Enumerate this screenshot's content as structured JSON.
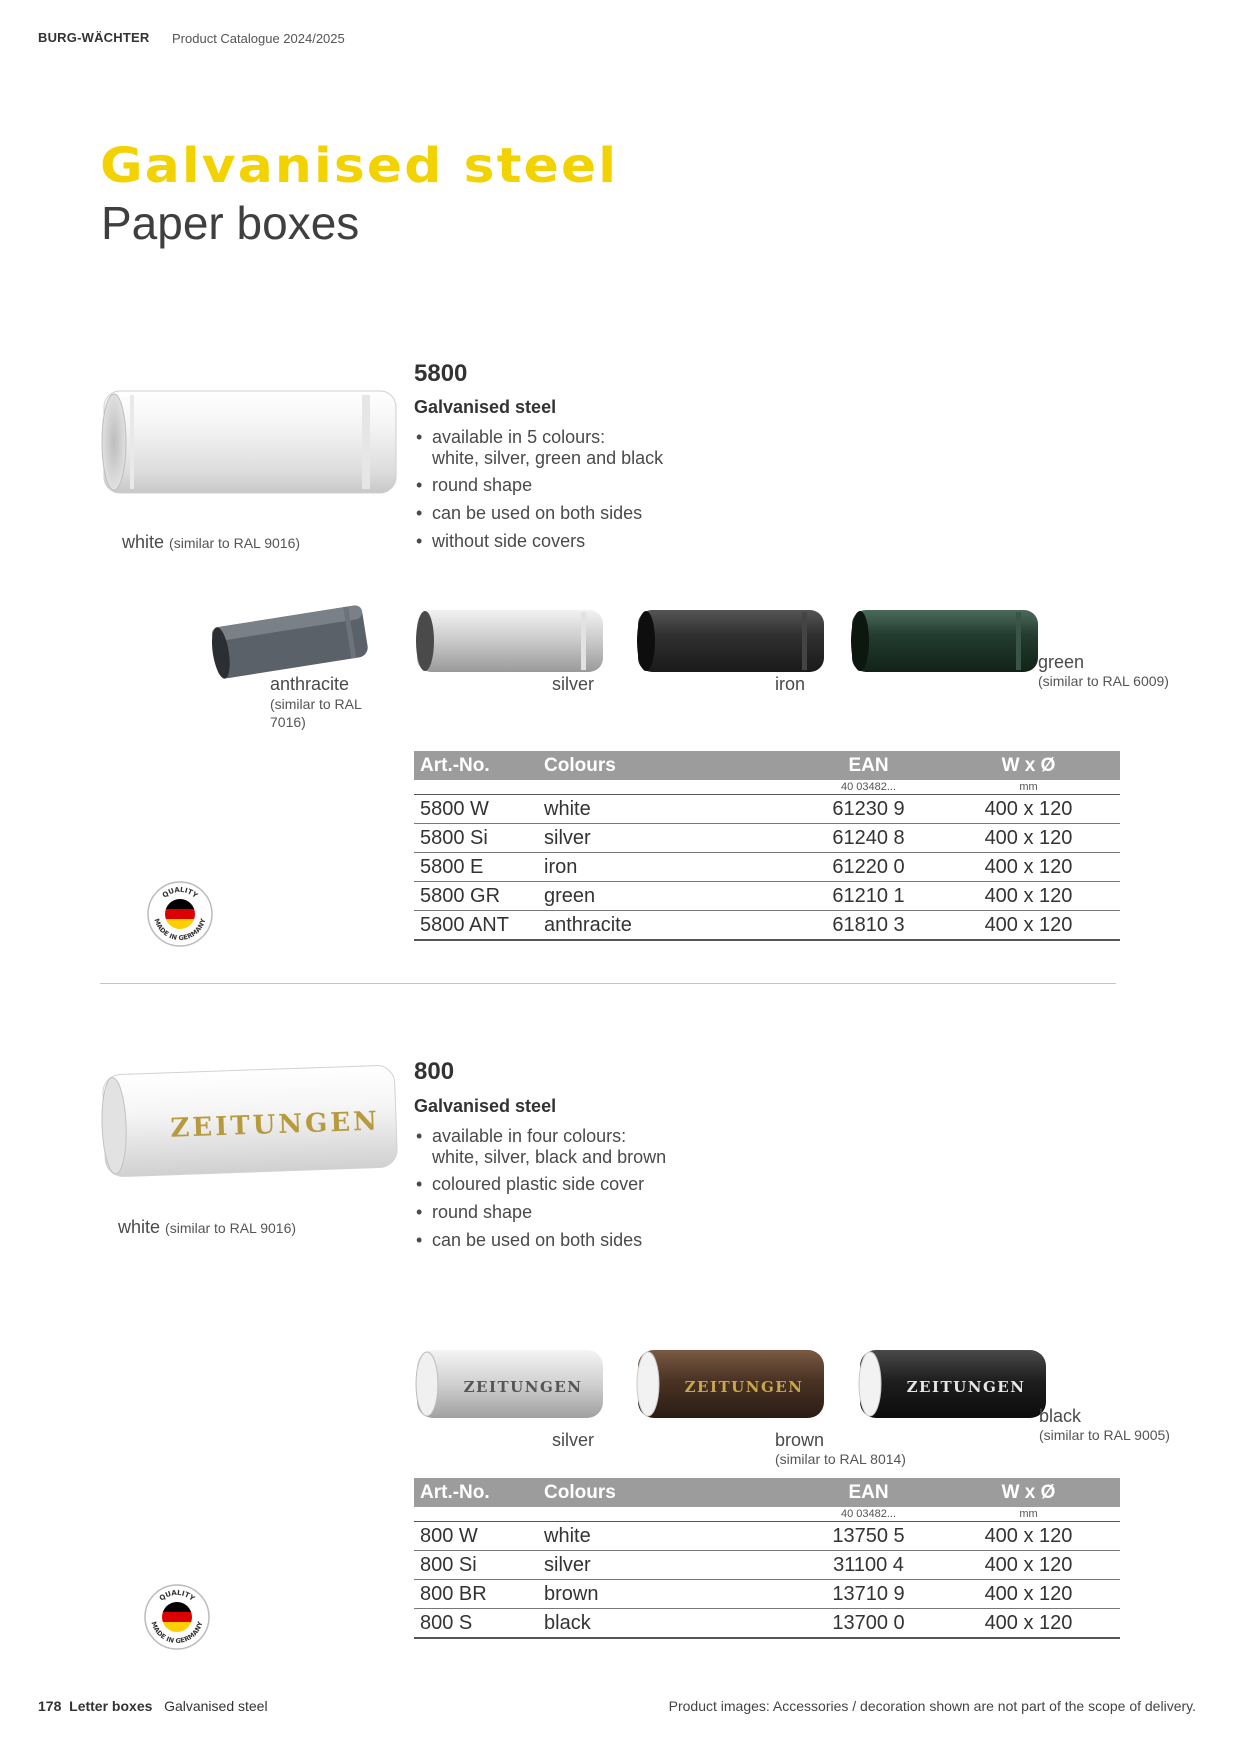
{
  "header": {
    "brand": "BURG-WÄCHTER",
    "catalogue": "Product Catalogue 2024/2025"
  },
  "title": {
    "main": "Galvanised steel",
    "sub": "Paper boxes"
  },
  "products": [
    {
      "number": "5800",
      "material": "Galvanised steel",
      "features": [
        [
          "available in 5 colours:",
          "white, silver, green and black"
        ],
        [
          "round shape"
        ],
        [
          "can be used on both sides"
        ],
        [
          "without side covers"
        ]
      ],
      "main_caption": {
        "name": "white",
        "note": "(similar to RAL 9016)"
      },
      "variants": [
        {
          "name": "anthracite",
          "note": "(similar to RAL 7016)",
          "color": "#5b6168"
        },
        {
          "name": "silver",
          "note": "",
          "color": "#c8c8c8"
        },
        {
          "name": "iron",
          "note": "",
          "color": "#2f2f2f"
        },
        {
          "name": "green",
          "note": "(similar to RAL 6009)",
          "color": "#233d30"
        }
      ],
      "table": {
        "headers": [
          "Art.-No.",
          "Colours",
          "EAN",
          "W x Ø"
        ],
        "subheaders": [
          "",
          "",
          "40 03482...",
          "mm"
        ],
        "rows": [
          [
            "5800 W",
            "white",
            "61230 9",
            "400 x 120"
          ],
          [
            "5800 Si",
            "silver",
            "61240 8",
            "400 x 120"
          ],
          [
            "5800 E",
            "iron",
            "61220 0",
            "400 x 120"
          ],
          [
            "5800 GR",
            "green",
            "61210 1",
            "400 x 120"
          ],
          [
            "5800 ANT",
            "anthracite",
            "61810 3",
            "400 x 120"
          ]
        ]
      },
      "badge": {
        "top_text": "QUALITY",
        "bottom_text": "MADE IN GERMANY"
      }
    },
    {
      "number": "800",
      "material": "Galvanised steel",
      "features": [
        [
          "available in four colours:",
          "white, silver, black and brown"
        ],
        [
          "coloured plastic side cover"
        ],
        [
          "round shape"
        ],
        [
          "can be used on both sides"
        ]
      ],
      "main_caption": {
        "name": "white",
        "note": "(similar to RAL 9016)"
      },
      "tube_label": "ZEITUNGEN",
      "variants": [
        {
          "name": "silver",
          "note": "",
          "color": "#cfcfcf"
        },
        {
          "name": "brown",
          "note": "(similar to RAL 8014)",
          "color": "#4a3324"
        },
        {
          "name": "black",
          "note": "(similar to RAL 9005)",
          "color": "#1e1e1e"
        }
      ],
      "table": {
        "headers": [
          "Art.-No.",
          "Colours",
          "EAN",
          "W x Ø"
        ],
        "subheaders": [
          "",
          "",
          "40 03482...",
          "mm"
        ],
        "rows": [
          [
            "800 W",
            "white",
            "13750 5",
            "400 x 120"
          ],
          [
            "800 Si",
            "silver",
            "31100 4",
            "400 x 120"
          ],
          [
            "800 BR",
            "brown",
            "13710 9",
            "400 x 120"
          ],
          [
            "800 S",
            "black",
            "13700 0",
            "400 x 120"
          ]
        ]
      },
      "badge": {
        "top_text": "QUALITY",
        "bottom_text": "MADE IN GERMANY"
      }
    }
  ],
  "footer": {
    "page_number": "178",
    "section": "Letter boxes",
    "subsection": "Galvanised steel",
    "note": "Product images: Accessories / decoration shown are not part of the scope of delivery."
  },
  "colors": {
    "accent_yellow": "#f2d200",
    "table_header_grey": "#9c9c9c"
  }
}
